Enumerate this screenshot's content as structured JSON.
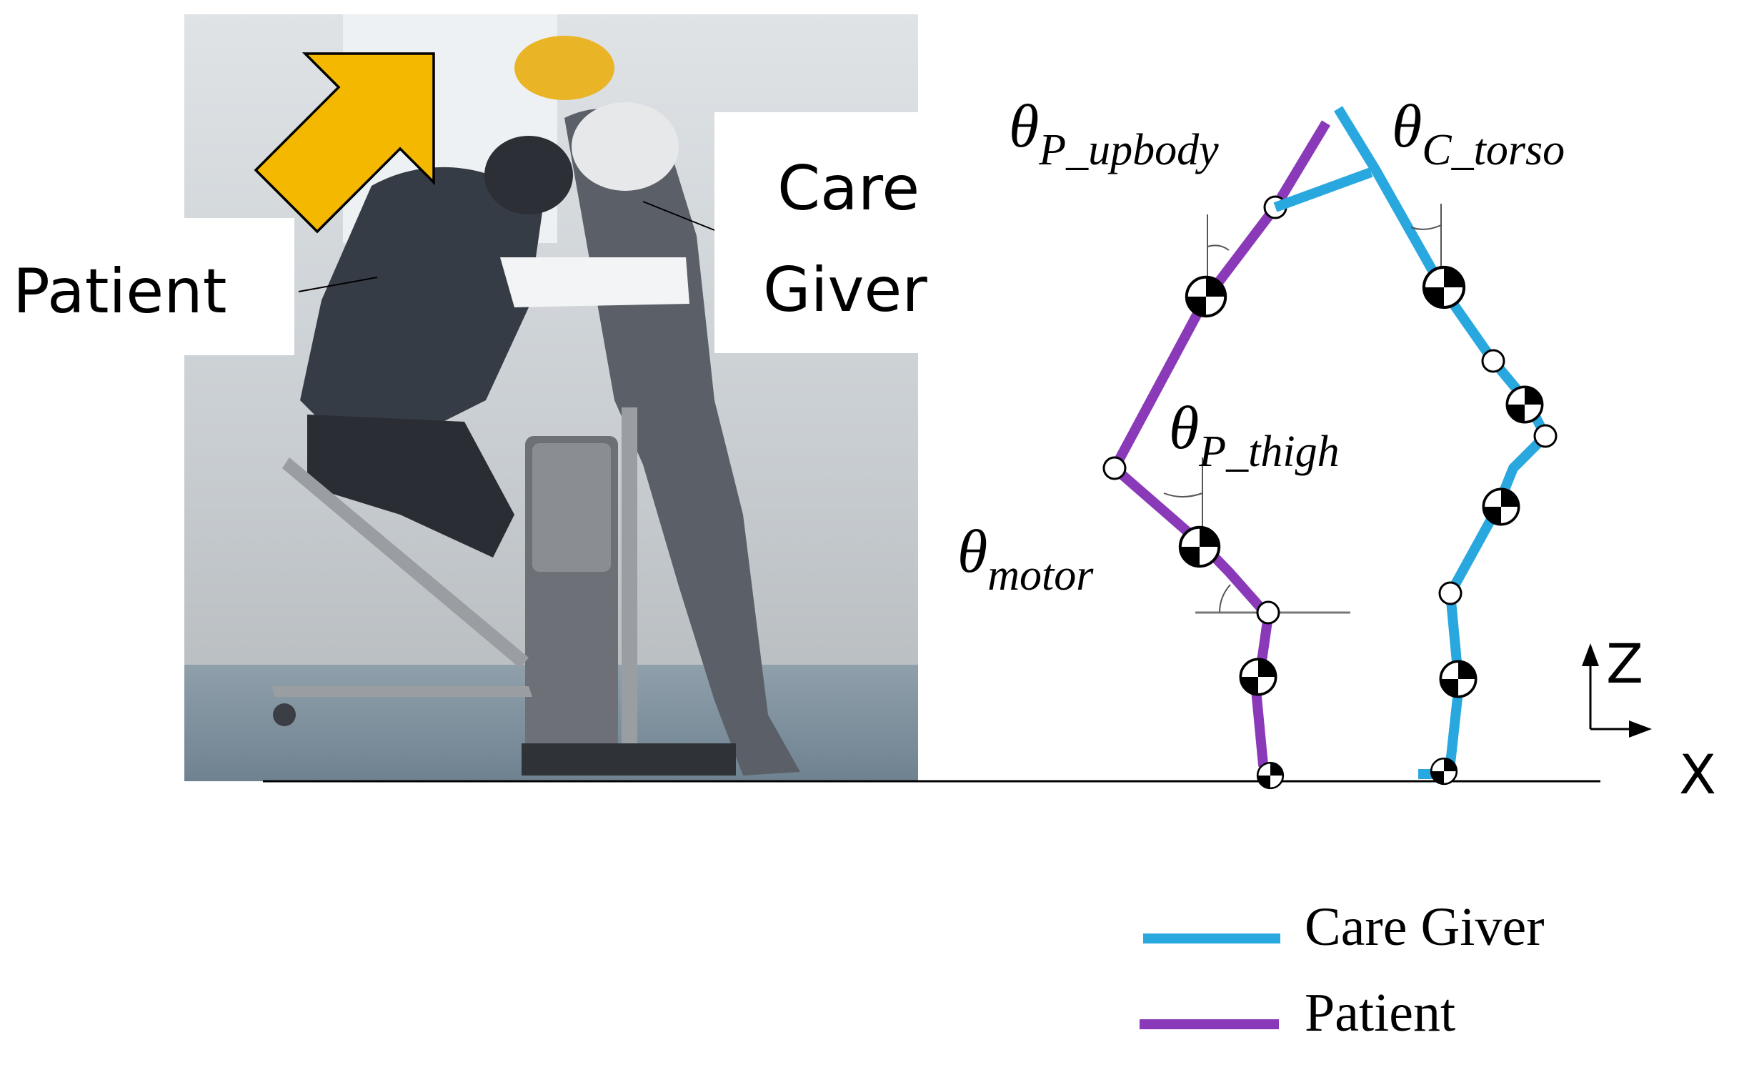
{
  "photo": {
    "patient_label": "Patient",
    "caregiver_label_line1": "Care",
    "caregiver_label_line2": "Giver",
    "arrow_color": "#F5B800"
  },
  "angles": {
    "p_upbody": {
      "symbol": "θ",
      "subscript": "P_upbody"
    },
    "c_torso": {
      "symbol": "θ",
      "subscript": "C_torso"
    },
    "p_thigh": {
      "symbol": "θ",
      "subscript": "P_thigh"
    },
    "motor": {
      "symbol": "θ",
      "subscript": "motor"
    }
  },
  "axes": {
    "z": "Z",
    "x": "X"
  },
  "legend": {
    "caregiver": {
      "label": "Care Giver",
      "color": "#29A8E0"
    },
    "patient": {
      "label": "Patient",
      "color": "#8A3AB9"
    }
  }
}
